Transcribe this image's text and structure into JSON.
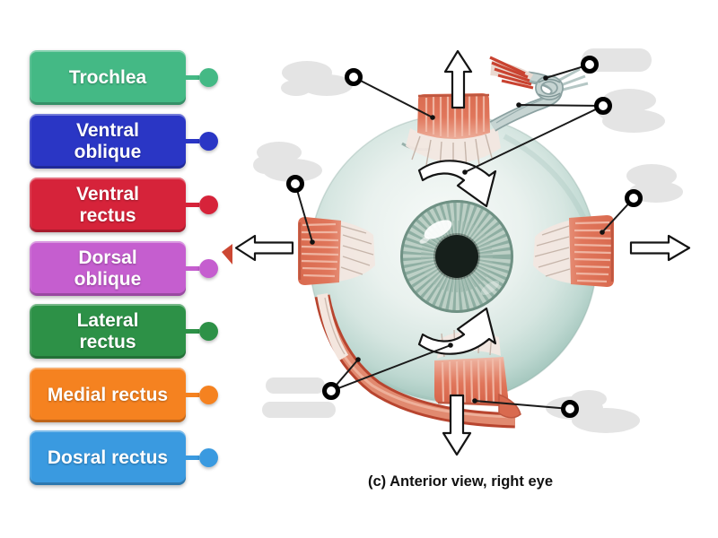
{
  "labels": [
    {
      "text": "Trochlea",
      "color": "#44b985"
    },
    {
      "text": "Ventral\noblique",
      "color": "#2a36c5"
    },
    {
      "text": "Ventral\nrectus",
      "color": "#d6233a"
    },
    {
      "text": "Dorsal\noblique",
      "color": "#c55ecf"
    },
    {
      "text": "Lateral\nrectus",
      "color": "#2d9147"
    },
    {
      "text": "Medial rectus",
      "color": "#f58220"
    },
    {
      "text": "Dosral rectus",
      "color": "#3a9ae0"
    }
  ],
  "diagram": {
    "caption": "(c) Anterior view, right eye"
  }
}
